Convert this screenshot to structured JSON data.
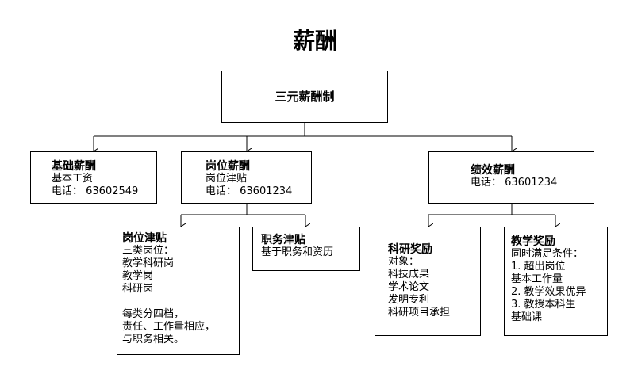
{
  "title": "薪酬",
  "root": {
    "label": "三元薪酬制"
  },
  "nodes": {
    "basic": {
      "head": "基础薪酬",
      "lines": [
        "基本工资",
        "电话：  63602549"
      ]
    },
    "post": {
      "head": "岗位薪酬",
      "lines": [
        "岗位津贴",
        "电话：  63601234"
      ]
    },
    "performance": {
      "head": "绩效薪酬",
      "lines": [
        "电话：  63601234"
      ]
    },
    "post_allowance": {
      "head": "岗位津贴",
      "lines": [
        "三类岗位：",
        "教学科研岗",
        "教学岗",
        "科研岗",
        "",
        "每类分四档，",
        "责任、工作量相应，",
        "与职务相关。"
      ]
    },
    "duty_allowance": {
      "head": "职务津贴",
      "lines": [
        "基于职务和资历"
      ]
    },
    "research_award": {
      "head": "科研奖励",
      "lines": [
        "对象：",
        "科技成果",
        "学术论文",
        "发明专利",
        "科研项目承担"
      ]
    },
    "teaching_award": {
      "head": "教学奖励",
      "lines": [
        "同时满足条件：",
        "1. 超出岗位",
        "基本工作量",
        "2. 教学效果优异",
        "3. 教授本科生",
        "基础课"
      ]
    }
  }
}
